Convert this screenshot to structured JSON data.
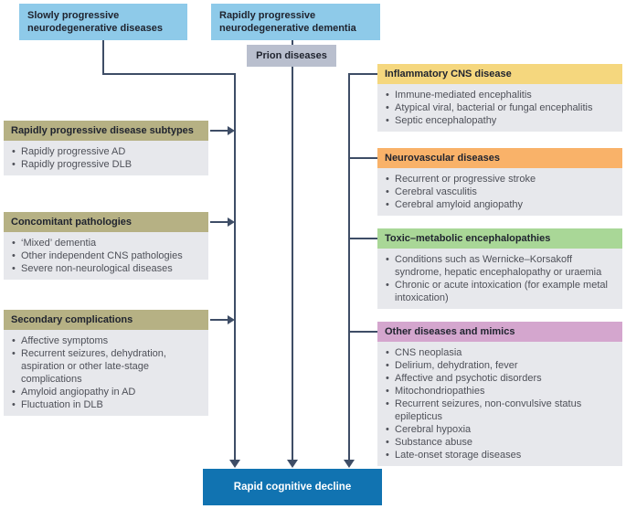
{
  "colors": {
    "light_blue": "#8ecae9",
    "prion_gray": "#b9bfce",
    "olive": "#b6b184",
    "yellow": "#f5d77e",
    "orange": "#f9b269",
    "green": "#a9d797",
    "purple": "#d4a6ce",
    "content_bg": "#e7e8ec",
    "deep_blue": "#1173b1",
    "line": "#3e4d66",
    "header_text": "#20242f",
    "body_text": "#4e5058"
  },
  "top": {
    "slowly_label": "Slowly progressive neurodegenerative diseases",
    "rapidly_label": "Rapidly progressive neurodegenerative dementia",
    "prion_label": "Prion diseases"
  },
  "left_groups": [
    {
      "title": "Rapidly progressive disease subtypes",
      "items": [
        "Rapidly progressive AD",
        "Rapidly progressive DLB"
      ]
    },
    {
      "title": "Concomitant pathologies",
      "items": [
        "‘Mixed’ dementia",
        "Other independent CNS pathologies",
        "Severe non-neurological diseases"
      ]
    },
    {
      "title": "Secondary complications",
      "items": [
        "Affective symptoms",
        "Recurrent seizures, dehydration, aspiration or other late-stage complications",
        "Amyloid angiopathy in AD",
        "Fluctuation in DLB"
      ]
    }
  ],
  "right_groups": [
    {
      "title": "Inflammatory CNS disease",
      "color": "#f5d77e",
      "items": [
        "Immune-mediated encephalitis",
        "Atypical viral, bacterial or fungal encephalitis",
        "Septic encephalopathy"
      ]
    },
    {
      "title": "Neurovascular diseases",
      "color": "#f9b269",
      "items": [
        "Recurrent or progressive stroke",
        "Cerebral vasculitis",
        "Cerebral amyloid angiopathy"
      ]
    },
    {
      "title": "Toxic–metabolic encephalopathies",
      "color": "#a9d797",
      "items": [
        "Conditions such as Wernicke–Korsakoff syndrome, hepatic encephalopathy or uraemia",
        "Chronic or acute intoxication (for example metal intoxication)"
      ]
    },
    {
      "title": "Other diseases and mimics",
      "color": "#d4a6ce",
      "items": [
        "CNS neoplasia",
        "Delirium, dehydration, fever",
        "Affective and psychotic disorders",
        "Mitochondriopathies",
        "Recurrent seizures, non-convulsive status epilepticus",
        "Cerebral hypoxia",
        "Substance abuse",
        "Late-onset storage diseases"
      ]
    }
  ],
  "bottom": {
    "label": "Rapid cognitive decline"
  }
}
